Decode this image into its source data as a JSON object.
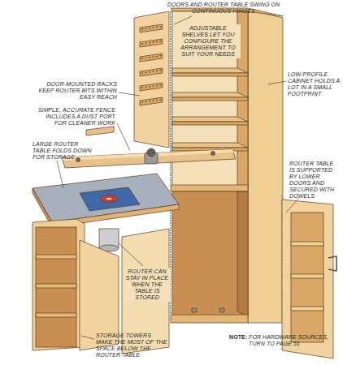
{
  "diagram": {
    "labels": [
      "DOORS AND ROUTER TABLE SWING ON CONTINUOUS HINGES",
      "DOOR-MOUNTED RACKS KEEP ROUTER BITS WITHIN EASY REACH",
      "ADJUSTABLE SHELVES LET YOU CONFIGURE THE ARRANGEMENT TO SUIT YOUR NEEDS",
      "LOW-PROFILE CABINET HOLDS A LOT IN A SMALL FOOTPRINT",
      "SIMPLE, ACCURATE FENCE INCLUDES A DUST PORT FOR CLEANER WORK",
      "LARGE ROUTER TABLE FOLDS DOWN FOR STORAGE",
      "ROUTER TABLE IS SUPPORTED BY LOWER DOORS AND SECURED WITH DOWELS",
      "ROUTER CAN STAY IN PLACE WHEN THE TABLE IS STORED",
      "STORAGE TOWERS MAKE THE MOST OF THE SPACE BELOW THE ROUTER TABLE",
      "NOTE:",
      "FOR HARDWARE SOURCES, TURN TO PAGE 51"
    ]
  }
}
